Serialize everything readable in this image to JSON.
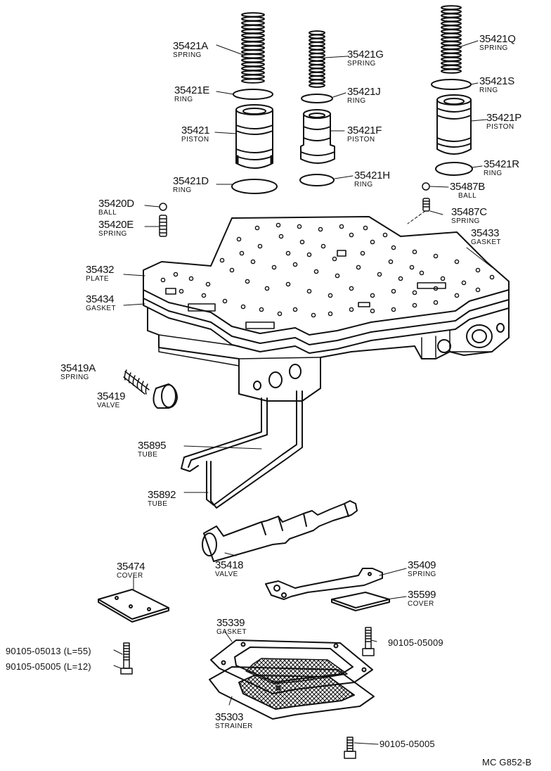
{
  "diagram_code": "MC G852-B",
  "parts": [
    {
      "id": "p35421A",
      "number": "35421A",
      "desc": "SPRING"
    },
    {
      "id": "p35421G",
      "number": "35421G",
      "desc": "SPRING"
    },
    {
      "id": "p35421Q",
      "number": "35421Q",
      "desc": "SPRING"
    },
    {
      "id": "p35421E",
      "number": "35421E",
      "desc": "RING"
    },
    {
      "id": "p35421J",
      "number": "35421J",
      "desc": "RING"
    },
    {
      "id": "p35421S",
      "number": "35421S",
      "desc": "RING"
    },
    {
      "id": "p35421",
      "number": "35421",
      "desc": "PISTON"
    },
    {
      "id": "p35421F",
      "number": "35421F",
      "desc": "PISTON"
    },
    {
      "id": "p35421P",
      "number": "35421P",
      "desc": "PISTON"
    },
    {
      "id": "p35421D",
      "number": "35421D",
      "desc": "RING"
    },
    {
      "id": "p35421H",
      "number": "35421H",
      "desc": "RING"
    },
    {
      "id": "p35421R",
      "number": "35421R",
      "desc": "RING"
    },
    {
      "id": "p35487B",
      "number": "35487B",
      "desc": "BALL"
    },
    {
      "id": "p35420D",
      "number": "35420D",
      "desc": "BALL"
    },
    {
      "id": "p35487C",
      "number": "35487C",
      "desc": "SPRING"
    },
    {
      "id": "p35420E",
      "number": "35420E",
      "desc": "SPRING"
    },
    {
      "id": "p35433",
      "number": "35433",
      "desc": "GASKET"
    },
    {
      "id": "p35432",
      "number": "35432",
      "desc": "PLATE"
    },
    {
      "id": "p35434",
      "number": "35434",
      "desc": "GASKET"
    },
    {
      "id": "p35419A",
      "number": "35419A",
      "desc": "SPRING"
    },
    {
      "id": "p35419",
      "number": "35419",
      "desc": "VALVE"
    },
    {
      "id": "p35895",
      "number": "35895",
      "desc": "TUBE"
    },
    {
      "id": "p35892",
      "number": "35892",
      "desc": "TUBE"
    },
    {
      "id": "p35418",
      "number": "35418",
      "desc": "VALVE"
    },
    {
      "id": "p35474",
      "number": "35474",
      "desc": "COVER"
    },
    {
      "id": "p35409",
      "number": "35409",
      "desc": "SPRING"
    },
    {
      "id": "p35599",
      "number": "35599",
      "desc": "COVER"
    },
    {
      "id": "p35339",
      "number": "35339",
      "desc": "GASKET"
    },
    {
      "id": "p35303",
      "number": "35303",
      "desc": "STRAINER"
    }
  ],
  "bolts": [
    {
      "id": "b1",
      "text": "90105-05013 (L=55)"
    },
    {
      "id": "b2",
      "text": "90105-05005 (L=12)"
    },
    {
      "id": "b3",
      "text": "90105-05009"
    },
    {
      "id": "b4",
      "text": "90105-05005"
    }
  ]
}
